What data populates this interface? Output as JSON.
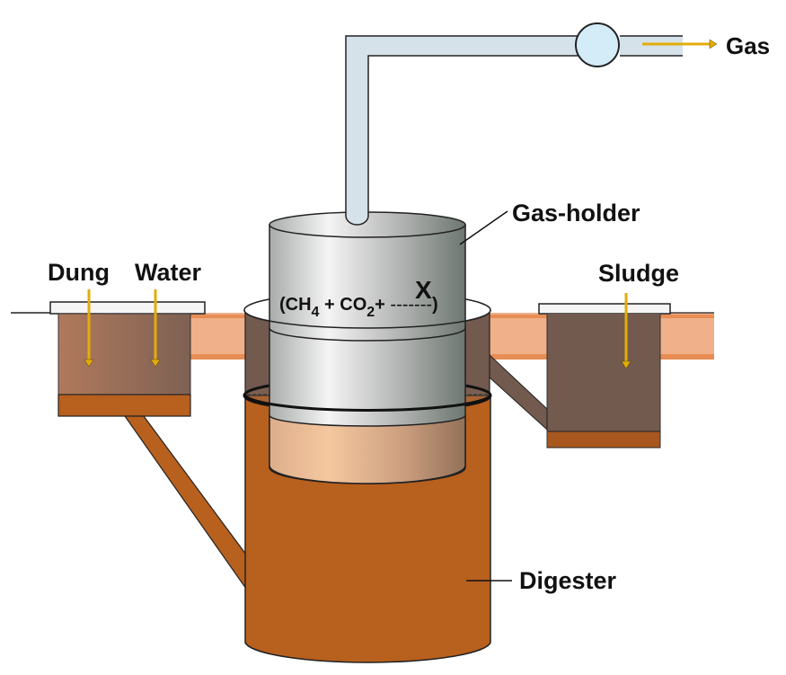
{
  "diagram": {
    "title": "Biogas plant",
    "labels": {
      "gas": "Gas",
      "gas_holder": "Gas-holder",
      "dung": "Dung",
      "water": "Water",
      "sludge": "Sludge",
      "digester": "Digester"
    },
    "formula": {
      "open": "(CH",
      "sub1": "4",
      "plus1": " + CO",
      "sub2": "2",
      "plus2": "+ ",
      "blank": "-------",
      "close": ")",
      "unknown": "X"
    },
    "colors": {
      "digester": "#b8601e",
      "slurry_inlet": "#9a6a55",
      "sludge_tank": "#735a4e",
      "soil": "#efb08a",
      "soil_stripe": "#e88d55",
      "pipe": "#d6e2ea",
      "valve": "#d4ebf8",
      "arrow": "#e2ac0b",
      "gas_holder_light": "#f4f4f4",
      "gas_holder_dark": "#6d7770"
    }
  }
}
